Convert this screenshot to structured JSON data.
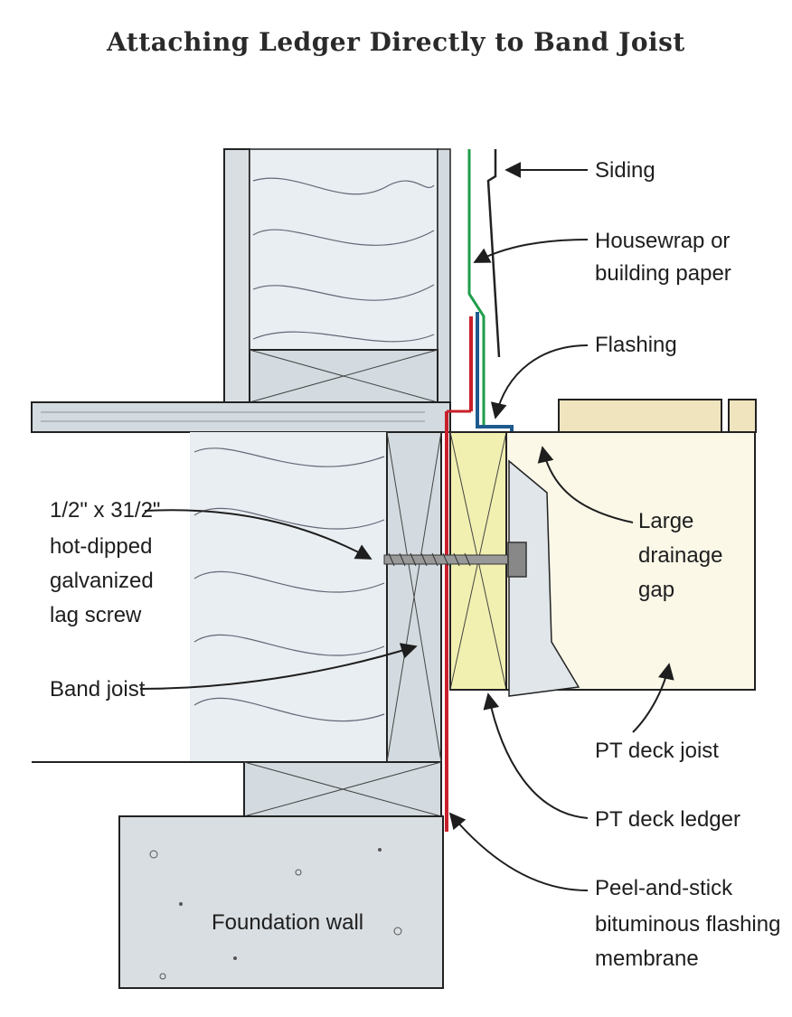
{
  "title": "Attaching Ledger Directly to Band Joist",
  "labels": {
    "siding": "Siding",
    "housewrap_1": "Housewrap or",
    "housewrap_2": "building paper",
    "flashing": "Flashing",
    "drainage_1": "Large",
    "drainage_2": "drainage",
    "drainage_3": "gap",
    "lag_size": "1/2\" x 31/2\"",
    "lag_1": "hot-dipped",
    "lag_2": "galvanized",
    "lag_3": "lag screw",
    "band_joist": "Band joist",
    "pt_joist": "PT deck joist",
    "pt_ledger": "PT deck ledger",
    "membrane_1": "Peel-and-stick",
    "membrane_2": "bituminous flashing",
    "membrane_3": "membrane",
    "foundation": "Foundation wall"
  },
  "colors": {
    "membrane": "#c8202a",
    "housewrap": "#1f9e4a",
    "flashing": "#1d5a8e",
    "concrete": "#d9dee2",
    "lumber": "#d3dbe0",
    "insulation": "#e8eef1",
    "ledger": "#f2f0b0",
    "deck_joist": "#fbf8e8"
  }
}
